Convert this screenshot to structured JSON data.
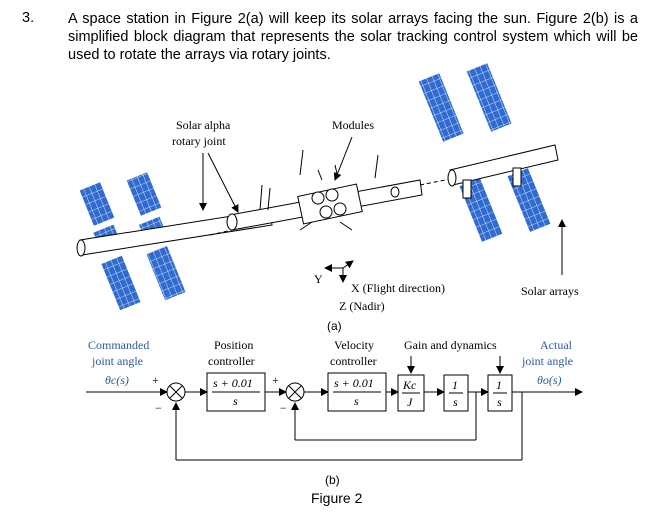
{
  "question": {
    "number": "3.",
    "text": "A space station in Figure 2(a) will keep its solar arrays facing the sun. Figure 2(b) is a simplified block diagram that represents the solar tracking control system which will be used to rotate the arrays via rotary joints."
  },
  "figure_a": {
    "label_solar_alpha_1": "Solar alpha",
    "label_solar_alpha_2": "rotary joint",
    "label_modules": "Modules",
    "label_y": "Y",
    "label_x": "X (Flight direction)",
    "label_z": "Z (Nadir)",
    "label_solar_arrays": "Solar arrays",
    "caption": "(a)"
  },
  "figure_b": {
    "commanded_1": "Commanded",
    "commanded_2": "joint angle",
    "input_signal": "θc(s)",
    "position_1": "Position",
    "position_2": "controller",
    "velocity_1": "Velocity",
    "velocity_2": "controller",
    "gain_dynamics": "Gain and dynamics",
    "actual_1": "Actual",
    "actual_2": "joint angle",
    "output_signal": "θo(s)",
    "block_pos_num": "s + 0.01",
    "block_pos_den": "s",
    "block_vel_num": "s + 0.01",
    "block_vel_den": "s",
    "block_gain_num": "Kc",
    "block_gain_den": "J",
    "block_int1_num": "1",
    "block_int1_den": "s",
    "block_int2_num": "1",
    "block_int2_den": "s",
    "plus": "+",
    "minus": "−",
    "caption": "(b)"
  },
  "figure_caption": "Figure 2",
  "colors": {
    "panel": "#2f6bd0",
    "label_blue": "#2a5c9a"
  }
}
